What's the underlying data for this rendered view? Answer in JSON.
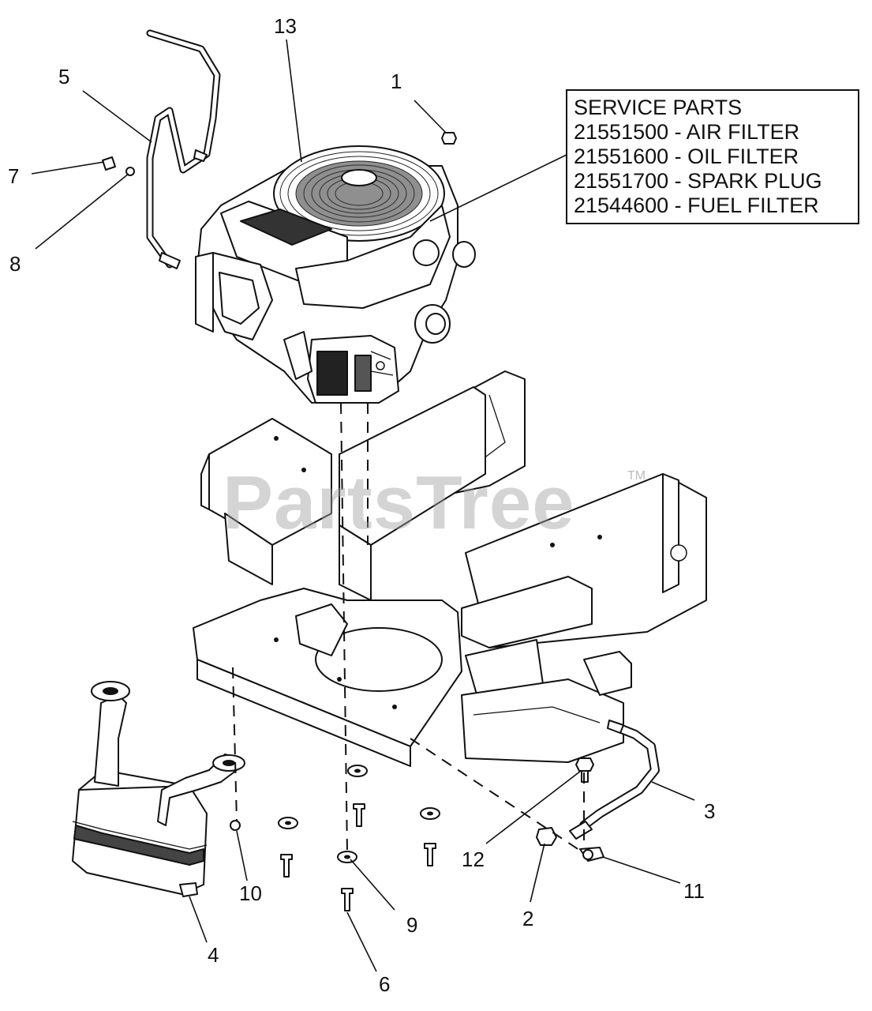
{
  "service_parts": {
    "title": "SERVICE PARTS",
    "lines": [
      "21551500 - AIR FILTER",
      "21551600 - OIL FILTER",
      "21551700 - SPARK PLUG",
      "21544600 - FUEL FILTER"
    ]
  },
  "callouts": {
    "c1": "1",
    "c2": "2",
    "c3": "3",
    "c4": "4",
    "c5": "5",
    "c6": "6",
    "c7": "7",
    "c8": "8",
    "c9": "9",
    "c10": "10",
    "c11": "11",
    "c12": "12",
    "c13": "13"
  },
  "watermark": {
    "text": "PartsTree",
    "tm": "TM"
  }
}
